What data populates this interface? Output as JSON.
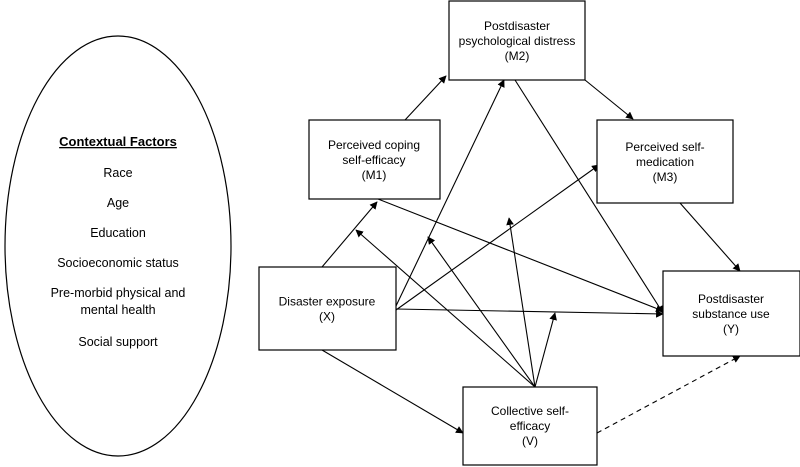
{
  "contextual": {
    "title": "Contextual Factors",
    "items": [
      {
        "lines": [
          "Race"
        ]
      },
      {
        "lines": [
          "Age"
        ]
      },
      {
        "lines": [
          "Education"
        ]
      },
      {
        "lines": [
          "Socioeconomic status"
        ]
      },
      {
        "lines": [
          "Pre-morbid physical and",
          "mental health"
        ]
      },
      {
        "lines": [
          "Social support"
        ]
      }
    ]
  },
  "nodes": {
    "M2": {
      "lines": [
        "Postdisaster",
        "psychological distress",
        "(M2)"
      ]
    },
    "M1": {
      "lines": [
        "Perceived coping",
        "self-efficacy",
        "(M1)"
      ]
    },
    "M3": {
      "lines": [
        "Perceived self-",
        "medication",
        "(M3)"
      ]
    },
    "X": {
      "lines": [
        "Disaster exposure",
        "(X)"
      ]
    },
    "Y": {
      "lines": [
        "Postdisaster",
        "substance use",
        "(Y)"
      ]
    },
    "V": {
      "lines": [
        "Collective self-",
        "efficacy",
        "(V)"
      ]
    }
  },
  "paths": [
    {
      "from": "X",
      "to": "M1",
      "style": "solid"
    },
    {
      "from": "X",
      "to": "M2",
      "style": "solid"
    },
    {
      "from": "X",
      "to": "M3",
      "style": "solid"
    },
    {
      "from": "X",
      "to": "Y",
      "style": "solid"
    },
    {
      "from": "X",
      "to": "V",
      "style": "solid"
    },
    {
      "from": "M1",
      "to": "M2",
      "style": "solid"
    },
    {
      "from": "M1",
      "to": "Y",
      "style": "solid"
    },
    {
      "from": "M2",
      "to": "M3",
      "style": "solid"
    },
    {
      "from": "M2",
      "to": "Y",
      "style": "solid"
    },
    {
      "from": "M3",
      "to": "Y",
      "style": "solid"
    },
    {
      "from": "V",
      "to": "Y",
      "style": "dashed"
    },
    {
      "from": "V",
      "to": "X-M1 path",
      "style": "solid"
    },
    {
      "from": "V",
      "to": "X-M2 path",
      "style": "solid"
    },
    {
      "from": "V",
      "to": "X-M3 path",
      "style": "solid"
    },
    {
      "from": "V",
      "to": "X-Y path",
      "style": "solid"
    }
  ]
}
